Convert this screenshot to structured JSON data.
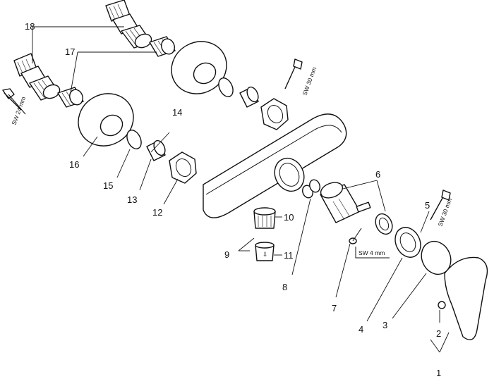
{
  "part_numbers": [
    "1",
    "2",
    "3",
    "4",
    "5",
    "6",
    "7",
    "8",
    "9",
    "10",
    "11",
    "12",
    "13",
    "14",
    "15",
    "16",
    "17",
    "18"
  ],
  "tool_labels": {
    "wrench_left": "SW 24 mm",
    "wrench_top": "SW 30 mm",
    "wrench_right": "SW 30 mm",
    "hex_key": "SW 4 mm"
  }
}
